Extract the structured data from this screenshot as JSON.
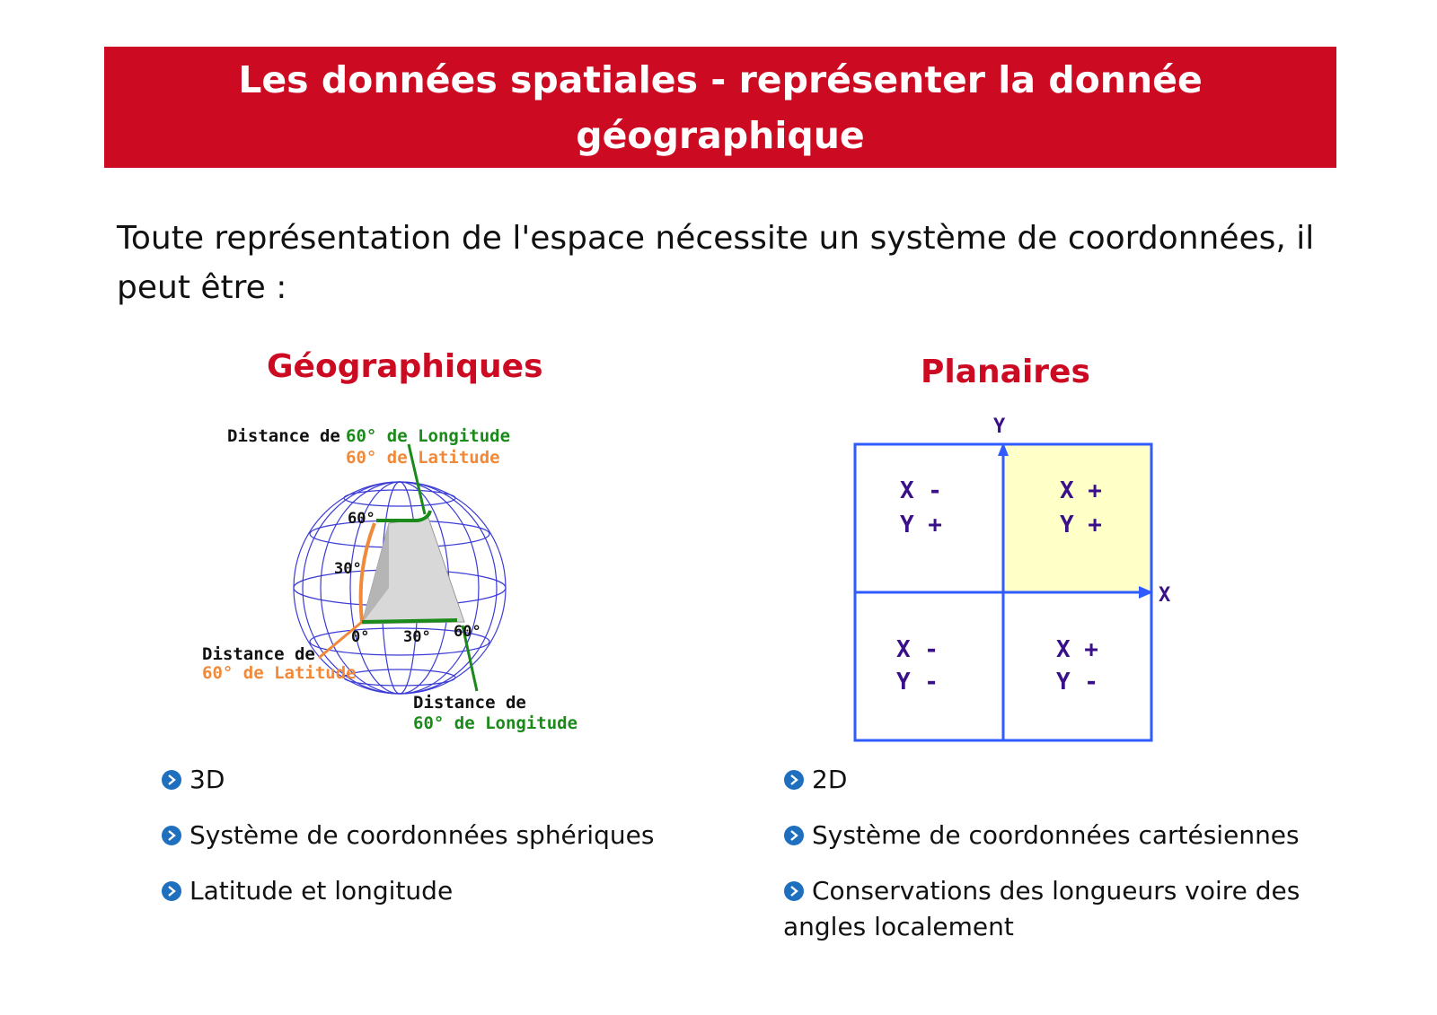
{
  "title": {
    "line1": "Les données spatiales - représenter la donnée",
    "line2": "géographique"
  },
  "intro": "Toute représentation de l'espace nécessite un système de coordonnées, il peut être :",
  "left": {
    "heading": "Géographiques",
    "figure": {
      "top_label_black": "Distance de",
      "top_label_green": "60° de Longitude",
      "top_label_orange": "60° de Latitude",
      "left_label_black": "Distance de",
      "left_label_orange": "60° de Latitude",
      "bottom_label_black": "Distance de",
      "bottom_label_green": "60° de Longitude",
      "tick_60_lat": "60°",
      "tick_30_lat": "30°",
      "tick_0": "0°",
      "tick_30_lon": "30°",
      "tick_60_lon": "60°"
    },
    "bullets": [
      "3D",
      "Système de coordonnées sphériques",
      "Latitude et longitude"
    ]
  },
  "right": {
    "heading": "Planaires",
    "figure": {
      "axis_y": "Y",
      "axis_x": "X",
      "q_top_left_x": "X -",
      "q_top_left_y": "Y +",
      "q_top_right_x": "X +",
      "q_top_right_y": "Y +",
      "q_bottom_left_x": "X -",
      "q_bottom_left_y": "Y -",
      "q_bottom_right_x": "X +",
      "q_bottom_right_y": "Y -"
    },
    "bullets": [
      "2D",
      "Système de coordonnées cartésiennes",
      "Conservations des longueurs voire des angles localement"
    ]
  },
  "colors": {
    "accent_red": "#cc0a22",
    "bullet_blue": "#1f6fbf",
    "grid_blue": "#2f5bff",
    "label_purple": "#3a0f8a",
    "green": "#1a8a1a",
    "orange": "#f08a3a",
    "highlight_yellow": "#ffffc8"
  }
}
